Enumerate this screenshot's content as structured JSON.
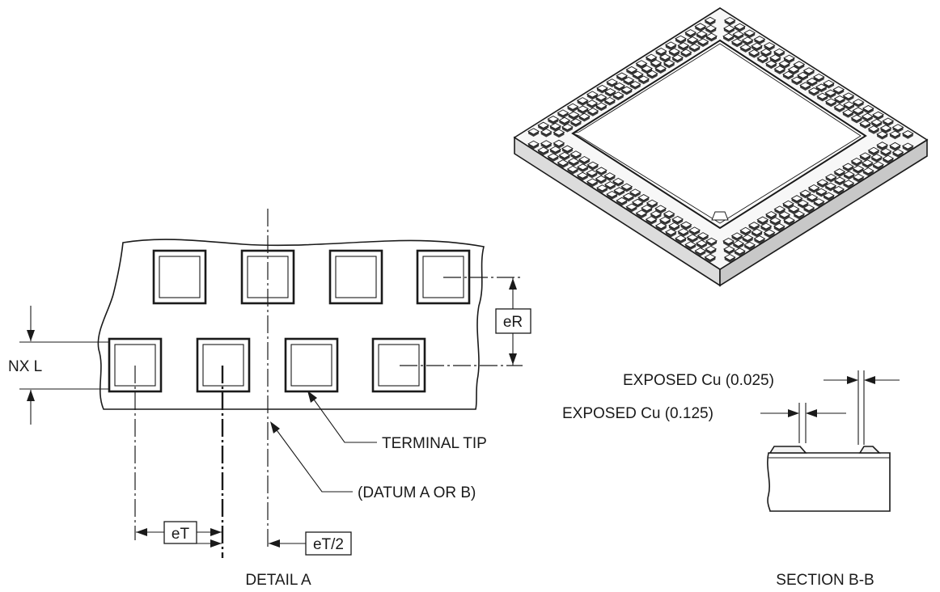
{
  "labels": {
    "er": "eR",
    "nxl": "NX L",
    "et": "eT",
    "et_half": "eT/2",
    "terminal_tip": "TERMINAL TIP",
    "datum": "(DATUM A OR B)",
    "detail_a": "DETAIL A",
    "exposed_cu_1": "EXPOSED Cu (0.025)",
    "exposed_cu_2": "EXPOSED Cu (0.125)",
    "section_bb": "SECTION B-B"
  }
}
